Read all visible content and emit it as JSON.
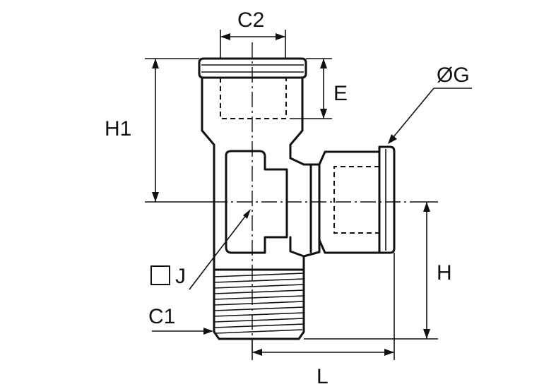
{
  "labels": {
    "c2": "C2",
    "e": "E",
    "og": "ØG",
    "h1": "H1",
    "h": "H",
    "j": "J",
    "c1": "C1",
    "l": "L"
  }
}
